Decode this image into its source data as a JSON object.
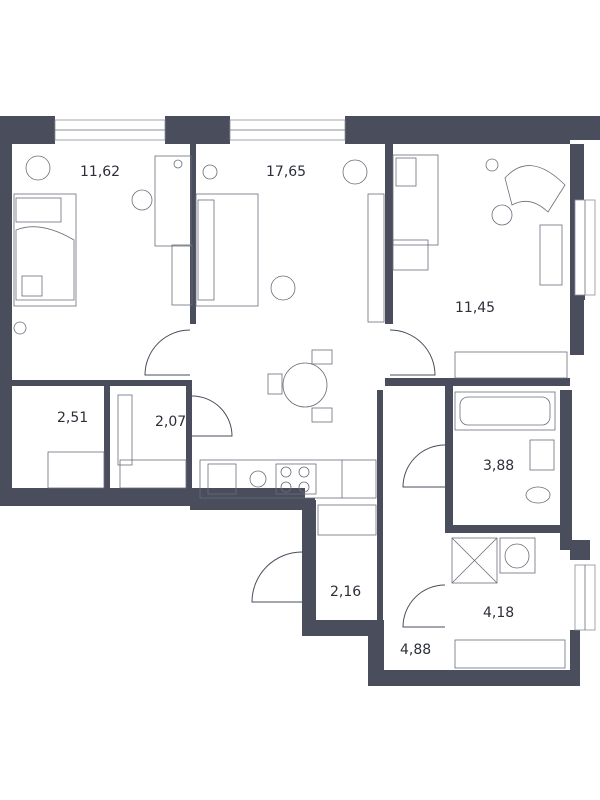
{
  "floorplan": {
    "colors": {
      "wall": "#4a4e5c",
      "background": "#ffffff",
      "text": "#2c2f3a"
    },
    "rooms": [
      {
        "id": "bedroom",
        "area": "11,62"
      },
      {
        "id": "living",
        "area": "17,65"
      },
      {
        "id": "bedroom2",
        "area": "11,45"
      },
      {
        "id": "closet1",
        "area": "2,51"
      },
      {
        "id": "closet2",
        "area": "2,07"
      },
      {
        "id": "bathroom",
        "area": "3,88"
      },
      {
        "id": "storage",
        "area": "2,16"
      },
      {
        "id": "toilet-laundry",
        "area": "4,18"
      },
      {
        "id": "hall",
        "area": "4,88"
      }
    ]
  }
}
